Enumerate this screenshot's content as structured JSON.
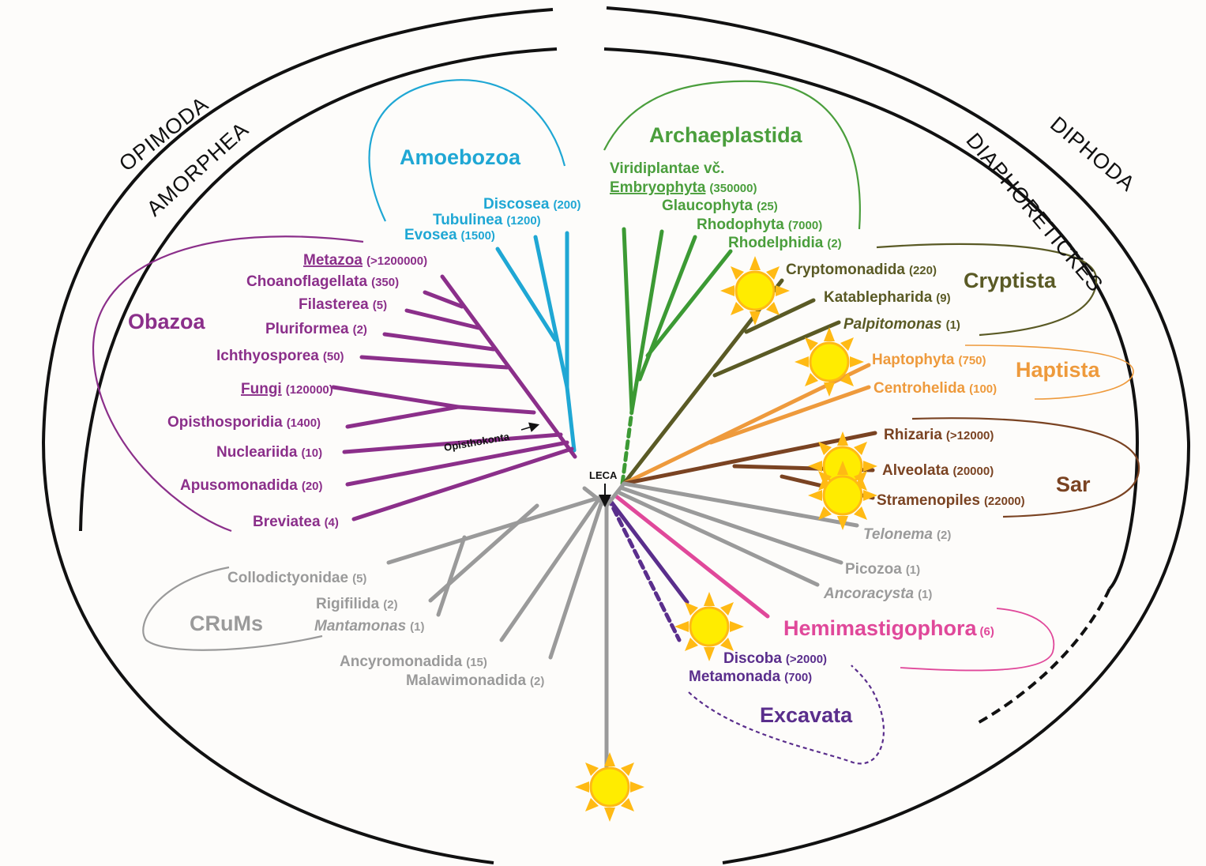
{
  "colors": {
    "amoebozoa": "#1fa7d4",
    "archaeplastida": "#4a9e3c",
    "obazoa": "#8b2f8a",
    "cryptista": "#5a5a25",
    "haptista": "#ee9a3c",
    "sar": "#7a4322",
    "crums": "#9a9a9a",
    "hemimastigophora": "#e0489a",
    "excavata": "#5a2e8c",
    "sun_fill": "#ffec00",
    "sun_ray": "#ffba14"
  },
  "supergroups": {
    "opimoda": "OPIMODA",
    "amorphea": "AMORPHEA",
    "diphoda": "DIPHODA",
    "diaphoretickes": "DIAPHORETICKES"
  },
  "root": {
    "leca": "LECA",
    "opisthokonta": "Opisthokonta"
  },
  "groups": {
    "amoebozoa": "Amoebozoa",
    "archaeplastida": "Archaeplastida",
    "obazoa": "Obazoa",
    "cryptista": "Cryptista",
    "haptista": "Haptista",
    "sar": "Sar",
    "crums": "CRuMs",
    "hemimastigophora": "Hemimastigophora",
    "hemimastigophora_count": "(6)",
    "excavata": "Excavata"
  },
  "taxa": {
    "discosea": {
      "name": "Discosea",
      "count": "(200)"
    },
    "tubulinea": {
      "name": "Tubulinea",
      "count": "(1200)"
    },
    "evosea": {
      "name": "Evosea",
      "count": "(1500)"
    },
    "viridiplantae": {
      "name": "Viridiplantae vč."
    },
    "embryophyta": {
      "name": "Embryophyta",
      "count": "(350000)"
    },
    "glaucophyta": {
      "name": "Glaucophyta",
      "count": "(25)"
    },
    "rhodophyta": {
      "name": "Rhodophyta",
      "count": "(7000)"
    },
    "rhodelphidia": {
      "name": "Rhodelphidia",
      "count": "(2)"
    },
    "metazoa": {
      "name": "Metazoa",
      "count": "(>1200000)"
    },
    "choanoflagellata": {
      "name": "Choanoflagellata",
      "count": "(350)"
    },
    "filasterea": {
      "name": "Filasterea",
      "count": "(5)"
    },
    "pluriformea": {
      "name": "Pluriformea",
      "count": "(2)"
    },
    "ichthyosporea": {
      "name": "Ichthyosporea",
      "count": "(50)"
    },
    "fungi": {
      "name": "Fungi",
      "count": "(120000)"
    },
    "opisthosporidia": {
      "name": "Opisthosporidia",
      "count": "(1400)"
    },
    "nucleariida": {
      "name": "Nucleariida",
      "count": "(10)"
    },
    "apusomonadida": {
      "name": "Apusomonadida",
      "count": "(20)"
    },
    "breviatea": {
      "name": "Breviatea",
      "count": "(4)"
    },
    "cryptomonadida": {
      "name": "Cryptomonadida",
      "count": "(220)"
    },
    "katablepharida": {
      "name": "Katablepharida",
      "count": "(9)"
    },
    "palpitomonas": {
      "name": "Palpitomonas",
      "count": "(1)"
    },
    "haptophyta": {
      "name": "Haptophyta",
      "count": "(750)"
    },
    "centrohelida": {
      "name": "Centrohelida",
      "count": "(100)"
    },
    "rhizaria": {
      "name": "Rhizaria",
      "count": "(>12000)"
    },
    "alveolata": {
      "name": "Alveolata",
      "count": "(20000)"
    },
    "stramenopiles": {
      "name": "Stramenopiles",
      "count": "(22000)"
    },
    "telonema": {
      "name": "Telonema",
      "count": "(2)"
    },
    "picozoa": {
      "name": "Picozoa",
      "count": "(1)"
    },
    "ancoracysta": {
      "name": "Ancoracysta",
      "count": "(1)"
    },
    "collodictyonidae": {
      "name": "Collodictyonidae",
      "count": "(5)"
    },
    "rigifilida": {
      "name": "Rigifilida",
      "count": "(2)"
    },
    "mantamonas": {
      "name": "Mantamonas",
      "count": "(1)"
    },
    "ancyromonadida": {
      "name": "Ancyromonadida",
      "count": "(15)"
    },
    "malawimonadida": {
      "name": "Malawimonadida",
      "count": "(2)"
    },
    "discoba": {
      "name": "Discoba",
      "count": "(>2000)"
    },
    "metamonada": {
      "name": "Metamonada",
      "count": "(700)"
    }
  }
}
